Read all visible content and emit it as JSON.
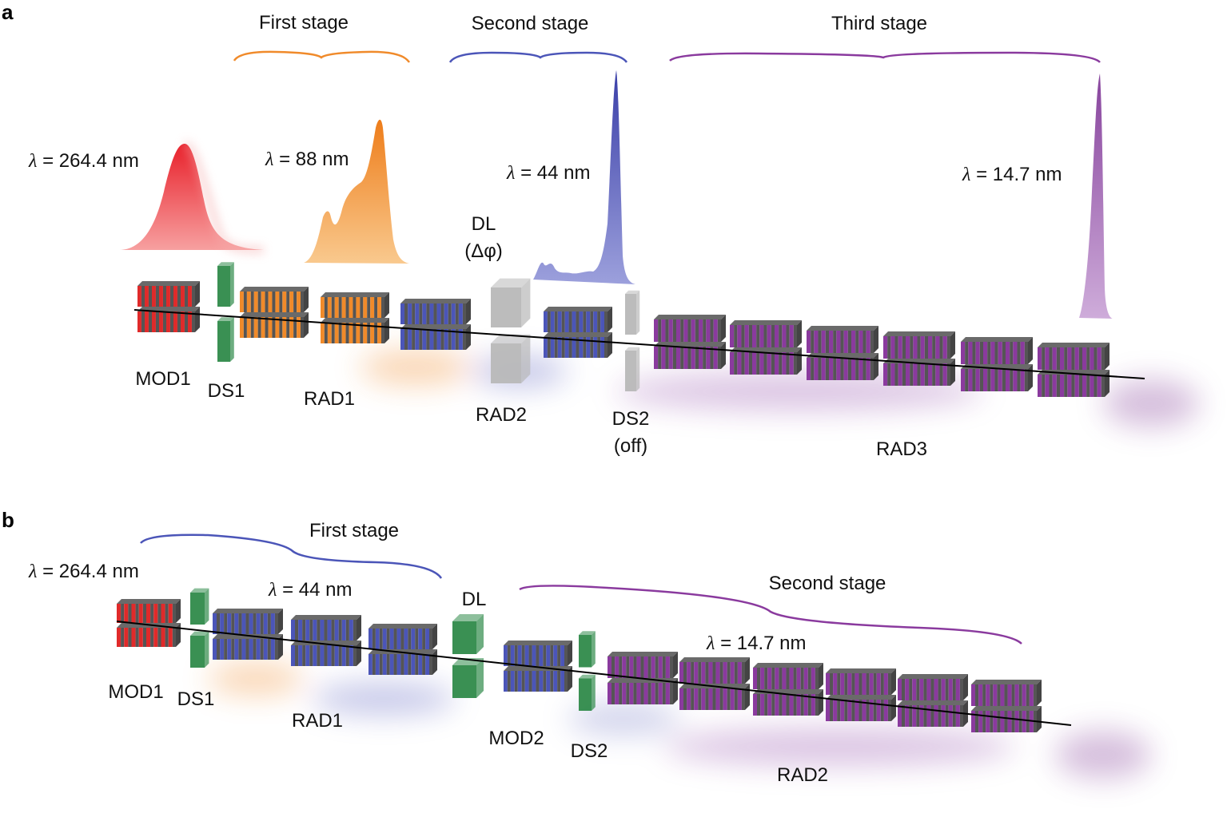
{
  "colors": {
    "red": "#e02a2a",
    "orange": "#f08a2a",
    "blue": "#4b55b8",
    "purple": "#8a3a9e",
    "green": "#2f8a4a",
    "gray": "#b8b8b8",
    "line": "#000000"
  },
  "panel_a": {
    "letter": "a",
    "stage1": "First stage",
    "stage2": "Second stage",
    "stage3": "Third stage",
    "wl1": "264.4 nm",
    "wl2": "88 nm",
    "wl3": "44 nm",
    "wl4": "14.7 nm",
    "dl_label": "DL",
    "dl_phase": "(Δφ)",
    "mod1": "MOD1",
    "ds1": "DS1",
    "rad1": "RAD1",
    "rad2": "RAD2",
    "ds2": "DS2",
    "ds2_state": "(off)",
    "rad3": "RAD3"
  },
  "panel_b": {
    "letter": "b",
    "stage1": "First stage",
    "stage2": "Second stage",
    "wl1": "264.4 nm",
    "wl2": "44 nm",
    "wl3": "14.7 nm",
    "dl_label": "DL",
    "mod1": "MOD1",
    "ds1": "DS1",
    "rad1": "RAD1",
    "mod2": "MOD2",
    "ds2": "DS2",
    "rad2": "RAD2"
  }
}
